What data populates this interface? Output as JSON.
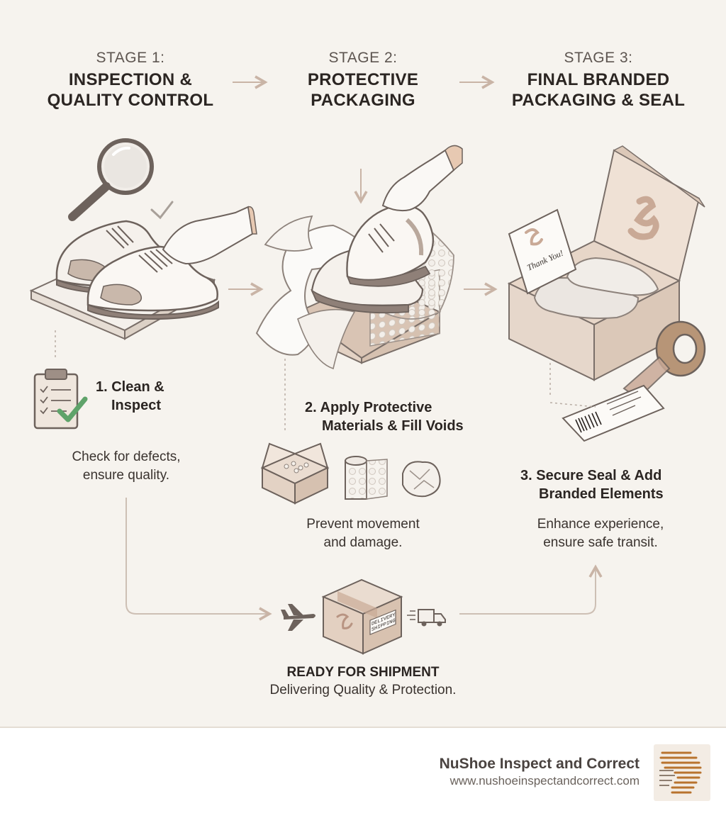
{
  "stages": [
    {
      "label": "STAGE 1:",
      "title_line1": "INSPECTION &",
      "title_line2": "QUALITY CONTROL"
    },
    {
      "label": "STAGE 2:",
      "title_line1": "PROTECTIVE",
      "title_line2": "PACKAGING"
    },
    {
      "label": "STAGE 3:",
      "title_line1": "FINAL BRANDED",
      "title_line2": "PACKAGING & SEAL"
    }
  ],
  "steps": [
    {
      "title_line1": "1. Clean &",
      "title_line2": "Inspect",
      "desc_line1": "Check for defects,",
      "desc_line2": "ensure quality."
    },
    {
      "title_line1": "2. Apply Protective",
      "title_line2": "Materials & Fill Voids",
      "desc_line1": "Prevent movement",
      "desc_line2": "and damage."
    },
    {
      "title_line1": "3. Secure Seal & Add",
      "title_line2": "Branded Elements",
      "desc_line1": "Enhance experience,",
      "desc_line2": "ensure safe transit."
    }
  ],
  "illustration_text": {
    "thank_you_card": "Thank You!",
    "brand_mark": "S",
    "box_label_line1": "DELIVERY",
    "box_label_line2": "SHIPPING"
  },
  "shipment": {
    "title": "READY FOR SHIPMENT",
    "subtitle": "Delivering Quality & Protection."
  },
  "footer": {
    "company": "NuShoe Inspect and Correct",
    "url": "www.nushoeinspectandcorrect.com"
  },
  "colors": {
    "background": "#f6f3ee",
    "accent": "#c9a996",
    "line": "#c8bcb2",
    "check": "#5fa36a",
    "logo": "#b8732e"
  },
  "icons": [
    "magnifier-icon",
    "check-icon",
    "clipboard-icon",
    "arrow-right-icon",
    "shoe-icon",
    "box-icon",
    "bubble-wrap-icon",
    "crumpled-paper-icon",
    "packing-peanuts-icon",
    "tape-roll-icon",
    "shipping-label-icon",
    "airplane-icon",
    "truck-icon",
    "logo-icon"
  ]
}
